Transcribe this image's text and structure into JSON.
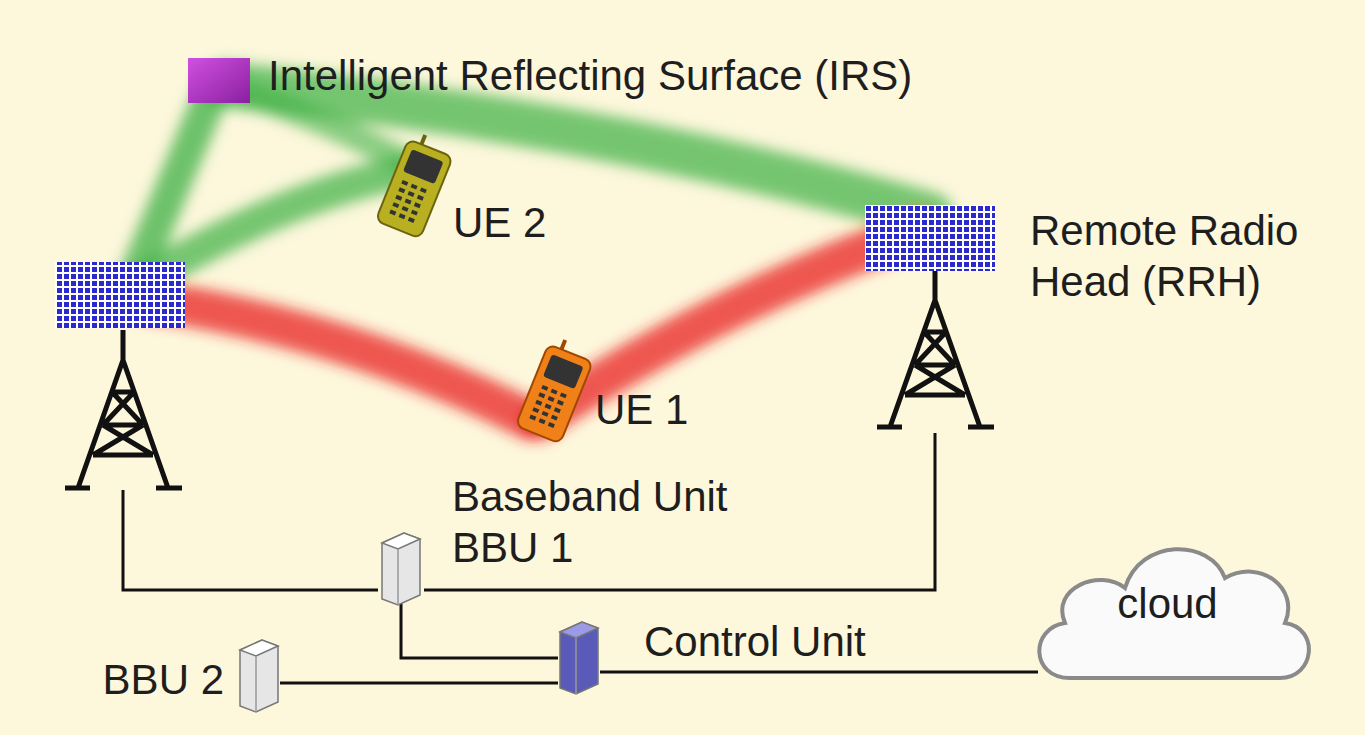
{
  "diagram": {
    "nodes": [
      {
        "text": [
          "Intelligent Reflecting Surface (IRS)"
        ]
      },
      {
        "text": [
          "UE 2"
        ]
      },
      {
        "text": [
          "Remote Radio Head (RRH)"
        ]
      },
      {
        "text": [
          "UE 1"
        ]
      },
      {
        "text": [
          "Baseband Unit BBU 1"
        ]
      },
      {
        "text": [
          "Control Unit"
        ]
      },
      {
        "text": [
          "BBU 2"
        ]
      },
      {
        "text": [
          "cloud"
        ]
      }
    ],
    "edges": [
      {
        "from": 4,
        "to": 2,
        "arrow": "none"
      },
      {
        "from": 4,
        "to": 5,
        "arrow": "none"
      },
      {
        "from": 6,
        "to": 5,
        "arrow": "none"
      },
      {
        "from": 5,
        "to": 7,
        "arrow": "none"
      }
    ]
  }
}
